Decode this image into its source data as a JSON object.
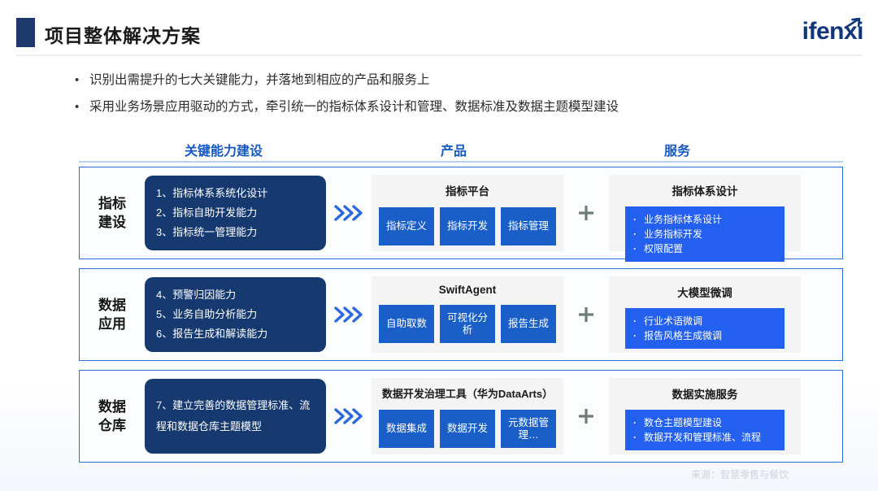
{
  "header": {
    "title": "项目整体解决方案",
    "logo_text": "ifenxi",
    "accent_color": "#1b3a6b",
    "logo_color": "#12367a"
  },
  "bullets": [
    "识别出需提升的七大关键能力，并落地到相应的产品和服务上",
    "采用业务场景应用驱动的方式，牵引统一的指标体系设计和管理、数据标准及数据主题模型建设"
  ],
  "column_headers": {
    "capability": "关键能力建设",
    "product": "产品",
    "service": "服务",
    "color": "#1558c0"
  },
  "rows": [
    {
      "label": "指标\n建设",
      "label_line1": "指标",
      "label_line2": "建设",
      "capabilities": [
        "1、指标体系系统化设计",
        "2、指标自助开发能力",
        "3、指标统一管理能力"
      ],
      "product": {
        "title": "指标平台",
        "chips": [
          "指标定义",
          "指标开发",
          "指标管理"
        ]
      },
      "service": {
        "title": "指标体系设计",
        "items": [
          "业务指标体系设计",
          "业务指标开发",
          "权限配置"
        ]
      }
    },
    {
      "label_line1": "数据",
      "label_line2": "应用",
      "capabilities": [
        "4、预警归因能力",
        "5、业务自助分析能力",
        "6、报告生成和解读能力"
      ],
      "product": {
        "title": "SwiftAgent",
        "chips": [
          "自助取数",
          "可视化分析",
          "报告生成"
        ]
      },
      "service": {
        "title": "大模型微调",
        "items": [
          "行业术语微调",
          "报告风格生成微调"
        ]
      }
    },
    {
      "label_line1": "数据",
      "label_line2": "仓库",
      "capabilities": [
        "7、建立完善的数据管理标准、流程和数据仓库主题模型"
      ],
      "product": {
        "title": "数据开发治理工具（华为DataArts）",
        "chips": [
          "数据集成",
          "数据开发",
          "元数据管理…"
        ]
      },
      "service": {
        "title": "数据实施服务",
        "items": [
          "数仓主题模型建设",
          "数据开发和管理标准、流程"
        ]
      }
    }
  ],
  "connector": {
    "chevron": "chevrons-right-icon",
    "plus": "plus-icon",
    "chevron_color": "#2a68e0",
    "plus_color": "#6d7c75"
  },
  "footer": {
    "source": "来源：智慧零售与餐饮"
  },
  "colors": {
    "dark_navy_box": "#16396f",
    "chip_blue": "#1a5fc8",
    "service_blue": "#2360ef",
    "panel_gray": "#f4f4f4",
    "card_border": "#2a6fd4"
  }
}
